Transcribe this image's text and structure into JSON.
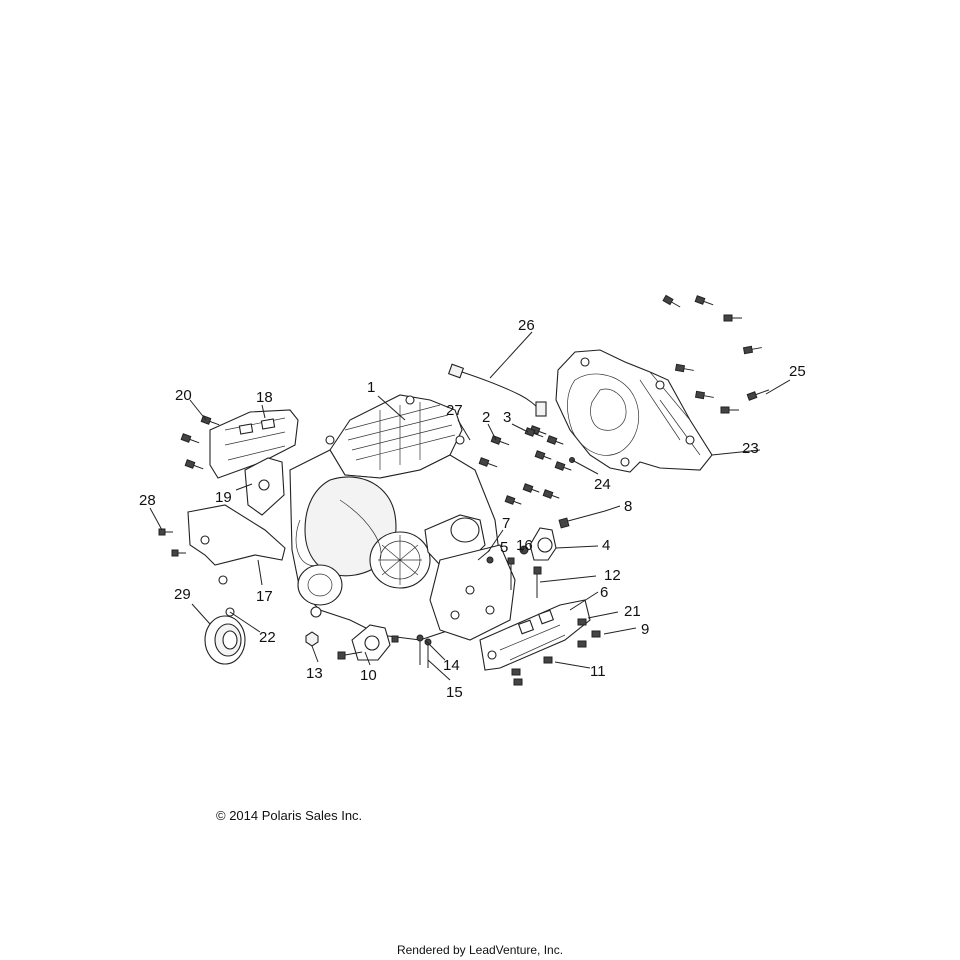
{
  "diagram": {
    "callouts": [
      "1",
      "2",
      "3",
      "4",
      "5",
      "6",
      "7",
      "8",
      "9",
      "10",
      "11",
      "12",
      "13",
      "14",
      "15",
      "16",
      "17",
      "18",
      "19",
      "20",
      "21",
      "22",
      "23",
      "24",
      "25",
      "26",
      "27",
      "28",
      "29"
    ],
    "copyright": "© 2014 Polaris Sales Inc.",
    "rendered_by": "Rendered by LeadVenture, Inc."
  }
}
